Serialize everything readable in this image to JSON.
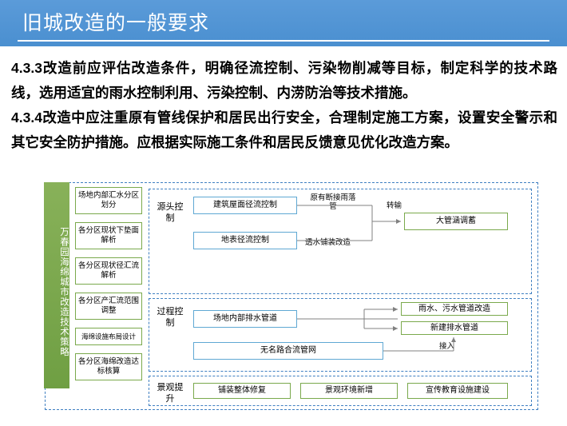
{
  "slide": {
    "title": "旧城改造的一般要求",
    "paragraphs": [
      "4.3.3改造前应评估改造条件，明确径流控制、污染物削减等目标，制定科学的技术路线，选用适宜的雨水控制利用、污染控制、内涝防治等技术措施。",
      "4.3.4改造中应注重原有管线保护和居民出行安全，合理制定施工方案，设置安全警示和其它安全防护措施。应根据实际施工条件和居民反馈意见优化改造方案。"
    ]
  },
  "diagram": {
    "side_label": "万春园海绵城市改造技术策略",
    "left_column": [
      "场地内部汇水分区划分",
      "各分区现状下垫面解析",
      "各分区现状径汇流解析",
      "各分区产汇流范围调整",
      "海绵设施布局设计",
      "各分区海绵改造达标核算"
    ],
    "groups": [
      {
        "label": "源头控制",
        "boxes": [
          "建筑屋面径流控制",
          "地表径流控制",
          "大管涵调蓄"
        ],
        "annotations": [
          "原有断接雨落管",
          "透水铺装改造",
          "转输"
        ]
      },
      {
        "label": "过程控制",
        "boxes": [
          "场地内部排水管道",
          "无名路合流管网",
          "雨水、污水管道改造",
          "新建排水管道"
        ],
        "annotations": [
          "接入"
        ]
      },
      {
        "label": "景观提升",
        "boxes": [
          "铺装整体修复",
          "景观环境新增",
          "宣传教育设施建设"
        ],
        "annotations": []
      }
    ]
  },
  "colors": {
    "title_bar": "#4a90d9",
    "green": "#7aa94c",
    "blue_border": "#5fa8d3",
    "dash_border": "#3f7fc1"
  }
}
